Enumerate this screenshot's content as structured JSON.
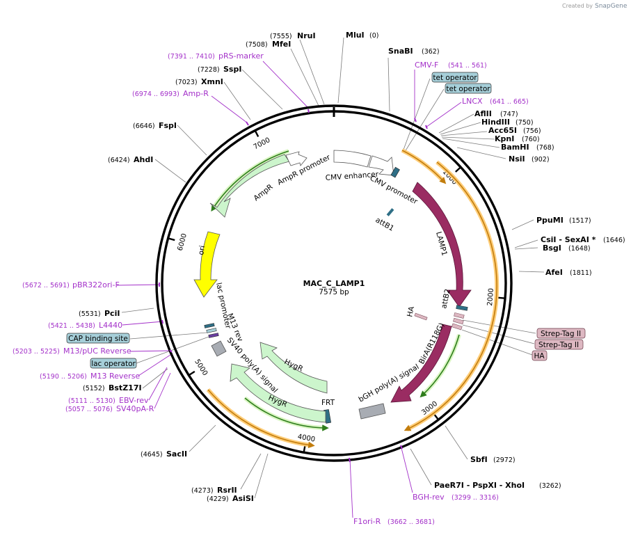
{
  "credit": {
    "prefix": "Created by",
    "brand": "SnapGene"
  },
  "plasmid": {
    "name": "MAC_C_LAMP1",
    "size_label": "7575 bp",
    "length": 7575
  },
  "ticks": [
    {
      "bp": 1000,
      "label": "1000"
    },
    {
      "bp": 2000,
      "label": "2000"
    },
    {
      "bp": 3000,
      "label": "3000"
    },
    {
      "bp": 4000,
      "label": "4000"
    },
    {
      "bp": 5000,
      "label": "5000"
    },
    {
      "bp": 6000,
      "label": "6000"
    },
    {
      "bp": 7000,
      "label": "7000"
    }
  ],
  "enzymes": [
    {
      "name": "NruI",
      "pos": "(7555)",
      "bp": 7555
    },
    {
      "name": "MfeI",
      "pos": "(7508)",
      "bp": 7508
    },
    {
      "name": "SspI",
      "pos": "(7228)",
      "bp": 7228
    },
    {
      "name": "XmnI",
      "pos": "(7023)",
      "bp": 7023
    },
    {
      "name": "FspI",
      "pos": "(6646)",
      "bp": 6646
    },
    {
      "name": "AhdI",
      "pos": "(6424)",
      "bp": 6424
    },
    {
      "name": "PciI",
      "pos": "(5531)",
      "bp": 5531
    },
    {
      "name": "BstZ17I",
      "pos": "(5152)",
      "bp": 5152
    },
    {
      "name": "SacII",
      "pos": "(4645)",
      "bp": 4645
    },
    {
      "name": "RsrII",
      "pos": "(4273)",
      "bp": 4273
    },
    {
      "name": "AsiSI",
      "pos": "(4229)",
      "bp": 4229
    },
    {
      "name": "MluI",
      "pos": "(0)",
      "bp": 0
    },
    {
      "name": "SnaBI",
      "pos": "(362)",
      "bp": 362
    },
    {
      "name": "AflII",
      "pos": "(747)",
      "bp": 747
    },
    {
      "name": "HindIII",
      "pos": "(750)",
      "bp": 750
    },
    {
      "name": "Acc65I",
      "pos": "(756)",
      "bp": 756
    },
    {
      "name": "KpnI",
      "pos": "(760)",
      "bp": 760
    },
    {
      "name": "BamHI",
      "pos": "(768)",
      "bp": 768
    },
    {
      "name": "NsiI",
      "pos": "(902)",
      "bp": 902
    },
    {
      "name": "PpuMI",
      "pos": "(1517)",
      "bp": 1517
    },
    {
      "name": "CsiI - SexAI *",
      "pos": "(1646)",
      "bp": 1646
    },
    {
      "name": "BsgI",
      "pos": "(1648)",
      "bp": 1648
    },
    {
      "name": "AfeI",
      "pos": "(1811)",
      "bp": 1811
    },
    {
      "name": "SbfI",
      "pos": "(2972)",
      "bp": 2972
    },
    {
      "name": "PaeR7I - PspXI - XhoI",
      "pos": "(3262)",
      "bp": 3262
    }
  ],
  "primers": [
    {
      "name": "pRS-marker",
      "range": "(7391 .. 7410)"
    },
    {
      "name": "Amp-R",
      "range": "(6974 .. 6993)"
    },
    {
      "name": "pBR322ori-F",
      "range": "(5672 .. 5691)"
    },
    {
      "name": "L4440",
      "range": "(5421 .. 5438)"
    },
    {
      "name": "M13/pUC Reverse",
      "range": "(5203 .. 5225)"
    },
    {
      "name": "M13 Reverse",
      "range": "(5190 .. 5206)"
    },
    {
      "name": "EBV-rev",
      "range": "(5111 .. 5130)"
    },
    {
      "name": "SV40pA-R",
      "range": "(5057 .. 5076)"
    },
    {
      "name": "CMV-F",
      "range": "(541 .. 561)"
    },
    {
      "name": "LNCX",
      "range": "(641 .. 665)"
    },
    {
      "name": "BGH-rev",
      "range": "(3299 .. 3316)"
    },
    {
      "name": "F1ori-R",
      "range": "(3662 .. 3681)"
    }
  ],
  "boxed_labels": [
    {
      "text": "tet operator",
      "color": "#a6cfd9"
    },
    {
      "text": "tet operator",
      "color": "#a6cfd9"
    },
    {
      "text": "CAP binding site",
      "color": "#a6cfd9"
    },
    {
      "text": "lac operator",
      "color": "#a6cfd9"
    },
    {
      "text": "Strep-Tag II",
      "color": "#ddb8c2"
    },
    {
      "text": "Strep-Tag II",
      "color": "#ddb8c2"
    },
    {
      "text": "HA",
      "color": "#ddb8c2"
    }
  ],
  "features": [
    {
      "name": "AmpR promoter"
    },
    {
      "name": "AmpR"
    },
    {
      "name": "CMV enhancer"
    },
    {
      "name": "CMV promoter"
    },
    {
      "name": "attB1"
    },
    {
      "name": "LAMP1"
    },
    {
      "name": "attB2"
    },
    {
      "name": "HA"
    },
    {
      "name": "BirA(R118G)"
    },
    {
      "name": "bGH poly(A) signal"
    },
    {
      "name": "FRT"
    },
    {
      "name": "HygR"
    },
    {
      "name": "HygR"
    },
    {
      "name": "SV40 poly(A) signal"
    },
    {
      "name": "ori"
    },
    {
      "name": "lac promoter"
    },
    {
      "name": "M13 rev"
    }
  ],
  "colors": {
    "backbone": "#000000",
    "ampr": "#ccf5cc",
    "lamp1": "#9a2c62",
    "ori": "#ffff00",
    "promoter": "#ffffff",
    "polya": "#a8acb3",
    "att": "#2f6f86",
    "orf_highlight": "#ffc96b",
    "orf_line": "#c27d0e",
    "tag_pink": "#ddb8c2",
    "operator": "#a6cfd9",
    "primer": "#a330c9"
  }
}
